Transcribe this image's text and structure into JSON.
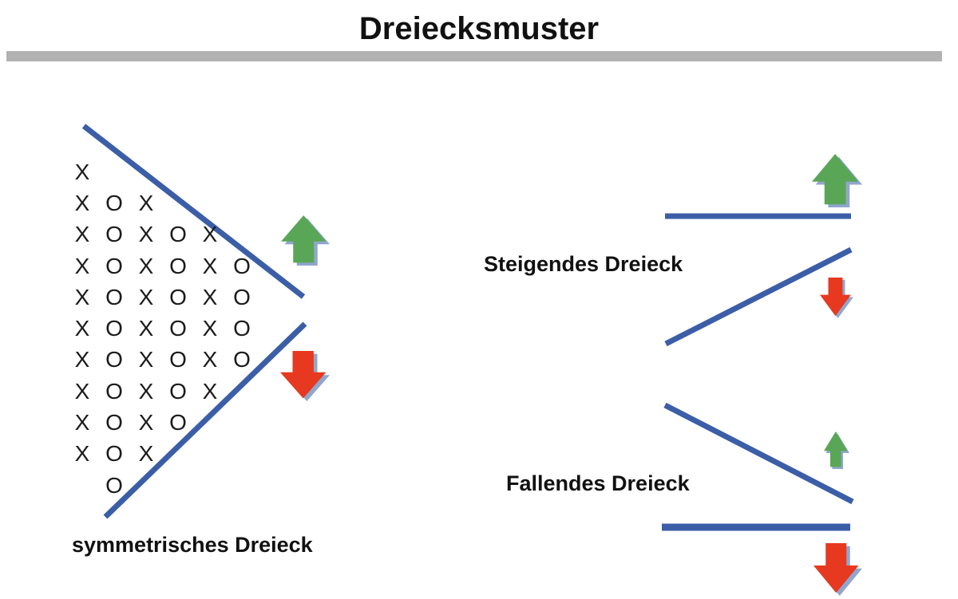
{
  "title": "Dreiecksmuster",
  "colors": {
    "line_blue": "#3b5ea7",
    "arrow_green": "#5aa657",
    "arrow_red": "#e6391f",
    "arrow_shadow": "#8fa6cd",
    "divider_gray": "#b2b2b2",
    "text": "#111111"
  },
  "icons": {
    "up_arrow": "block-arrow-up",
    "down_arrow": "block-arrow-down"
  },
  "patterns": {
    "symmetric": {
      "label": "symmetrisches Dreieck",
      "point_figure_rows": [
        "X",
        "X O X",
        "X O X O X",
        "X O X O X O",
        "X O X O X O",
        "X O X O X O",
        "X O X O X O",
        "X O X O X",
        "X O X O",
        "X O X",
        " O"
      ]
    },
    "ascending": {
      "label": "Steigendes Dreieck"
    },
    "descending": {
      "label": "Fallendes Dreieck"
    }
  }
}
